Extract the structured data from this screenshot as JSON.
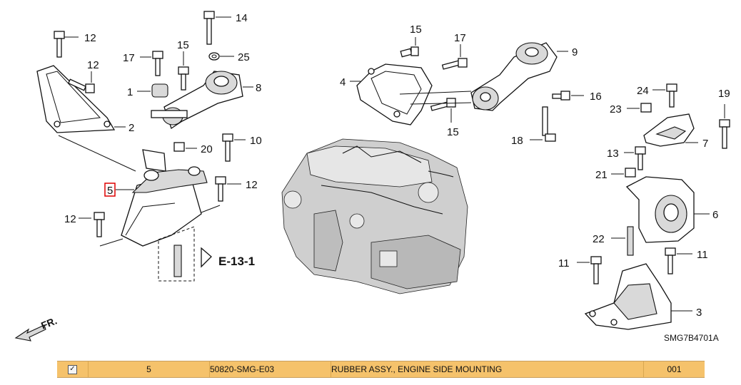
{
  "diagram": {
    "callouts": {
      "c12a": "12",
      "c12b": "12",
      "c12c": "12",
      "c12d": "12",
      "c14": "14",
      "c15a": "15",
      "c15b": "15",
      "c15c": "15",
      "c17a": "17",
      "c17b": "17",
      "c25": "25",
      "c1": "1",
      "c2": "2",
      "c8": "8",
      "c10": "10",
      "c20": "20",
      "c5": "5",
      "c4": "4",
      "c9": "9",
      "c16": "16",
      "c18": "18",
      "c24": "24",
      "c19": "19",
      "c23": "23",
      "c7": "7",
      "c13": "13",
      "c21": "21",
      "c6": "6",
      "c22": "22",
      "c11a": "11",
      "c11b": "11",
      "c3": "3"
    },
    "reference_label": "E-13-1",
    "front_label": "FR.",
    "drawing_code": "SMG7B4701A"
  },
  "parts_row": {
    "checked": true,
    "check_mark": "✓",
    "ref_no": "5",
    "part_number": "50820-SMG-E03",
    "description": "RUBBER ASSY., ENGINE SIDE MOUNTING",
    "quantity": "001"
  }
}
